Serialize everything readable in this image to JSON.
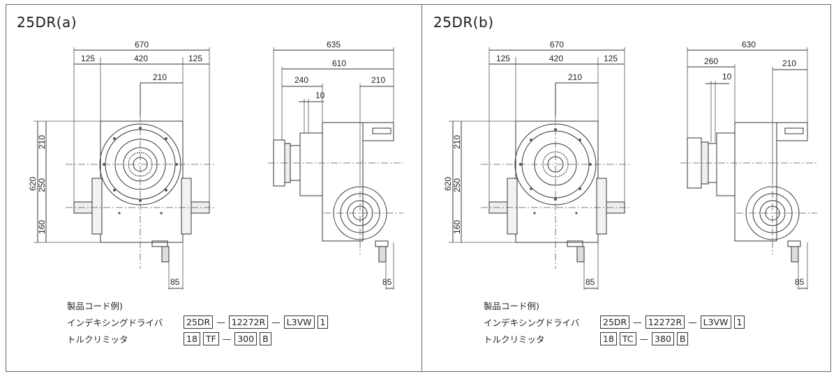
{
  "panels": [
    {
      "title": "25DR(a)",
      "front_dims": {
        "overall_w": "670",
        "left": "125",
        "mid": "420",
        "right": "125",
        "center_off": "210",
        "h_total": "620",
        "h_top": "210",
        "h_mid": "250",
        "h_bot": "160",
        "shaft": "85"
      },
      "side_dims": {
        "overall": "635",
        "inner": "610",
        "flange": "240",
        "gap": "10",
        "right": "210",
        "shaft": "85"
      },
      "code_heading": "製品コード例)",
      "row1_label": "インデキシングドライバ",
      "row1_codes": [
        "25DR",
        "12272R",
        "L3VW",
        "1"
      ],
      "row2_label": "トルクリミッタ",
      "row2_codes": [
        "18",
        "TF",
        "300",
        "B"
      ],
      "dash": "—"
    },
    {
      "title": "25DR(b)",
      "front_dims": {
        "overall_w": "670",
        "left": "125",
        "mid": "420",
        "right": "125",
        "center_off": "210",
        "h_total": "620",
        "h_top": "210",
        "h_mid": "250",
        "h_bot": "160",
        "shaft": "85"
      },
      "side_dims": {
        "overall": "630",
        "flange": "260",
        "gap": "10",
        "right": "210",
        "shaft": "85"
      },
      "code_heading": "製品コード例)",
      "row1_label": "インデキシングドライバ",
      "row1_codes": [
        "25DR",
        "12272R",
        "L3VW",
        "1"
      ],
      "row2_label": "トルクリミッタ",
      "row2_codes": [
        "18",
        "TC",
        "380",
        "B"
      ],
      "dash": "—"
    }
  ]
}
